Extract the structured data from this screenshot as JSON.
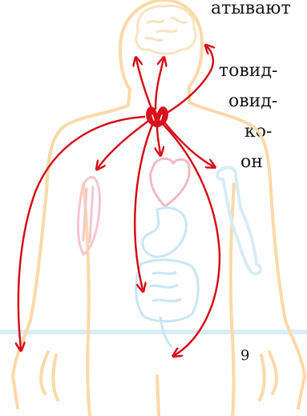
{
  "text_lines": [
    "атывают",
    "товид-",
    "овид-",
    "ко-",
    "он"
  ],
  "page_number": "9",
  "colors": {
    "body_outline": "#fcd9a8",
    "brain_outline": "#f7e3bf",
    "arrow": "#d8111c",
    "gland": "#d8111c",
    "organ_outline": "#c8e6f5",
    "heart_outline": "#f4b8c4",
    "muscle_outline": "#f4c6d1",
    "bone_outline": "#d6ecf8",
    "rule": "#d9eef8"
  },
  "icons": [
    "thyroid-gland-icon",
    "brain-icon",
    "heart-icon",
    "stomach-icon",
    "intestines-icon",
    "arm-bone-icon",
    "muscle-icon"
  ]
}
